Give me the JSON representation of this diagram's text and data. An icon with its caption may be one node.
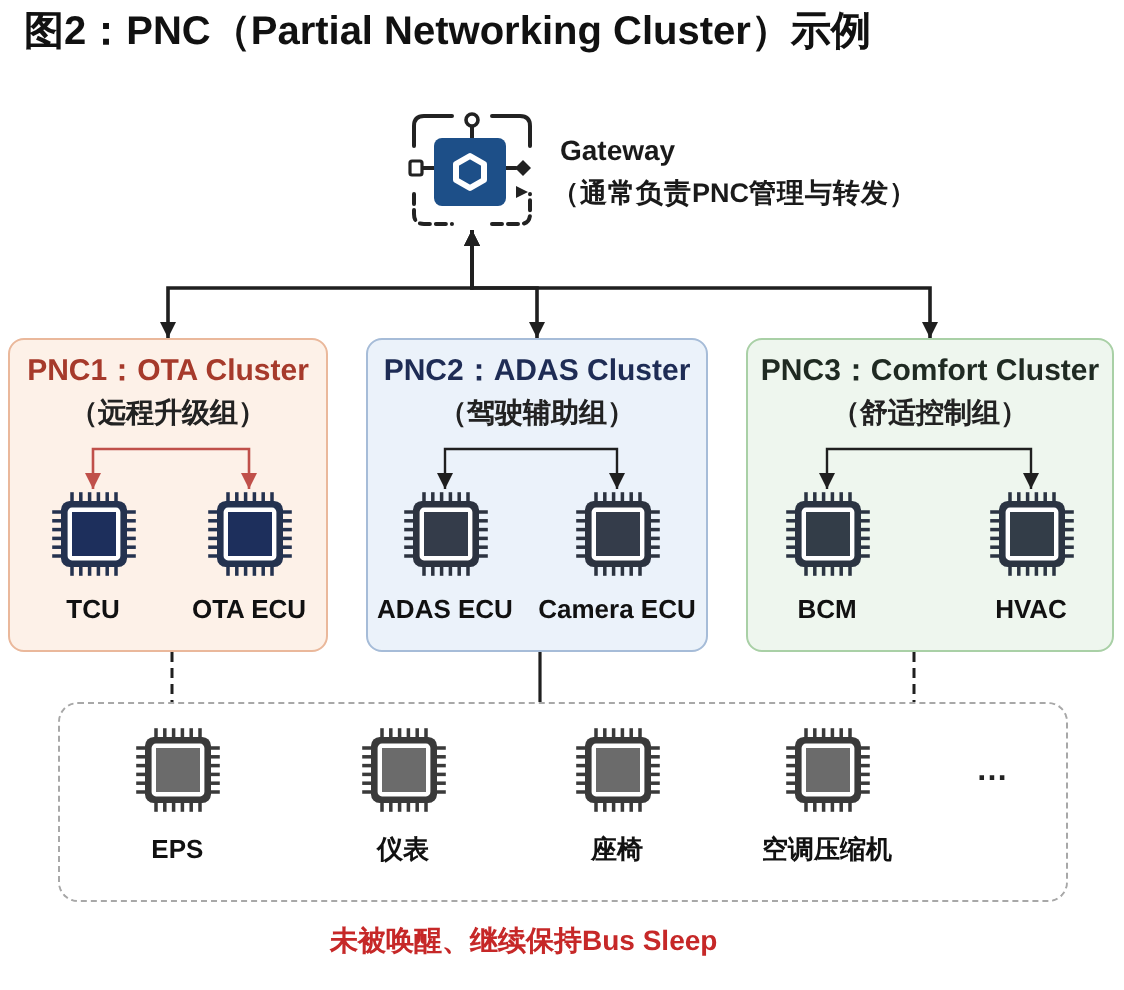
{
  "diagram": {
    "title": "图2：PNC（Partial Networking Cluster）示例",
    "nodes": [
      {
        "text": [
          "Gateway",
          "（通常负责PNC管理与转发）"
        ]
      },
      {
        "text": [
          "PNC1：OTA Cluster",
          "（远程升级组）"
        ]
      },
      {
        "text": [
          "TCU"
        ],
        "in": 1
      },
      {
        "text": [
          "OTA ECU"
        ],
        "in": 1
      },
      {
        "text": [
          "PNC2：ADAS Cluster",
          "（驾驶辅助组）"
        ]
      },
      {
        "text": [
          "ADAS ECU"
        ],
        "in": 4
      },
      {
        "text": [
          "Camera ECU"
        ],
        "in": 4
      },
      {
        "text": [
          "PNC3：Comfort Cluster",
          "（舒适控制组）"
        ]
      },
      {
        "text": [
          "BCM"
        ],
        "in": 7
      },
      {
        "text": [
          "HVAC"
        ],
        "in": 7
      },
      {
        "text": [],
        "shape": "box",
        "beside": [
          "未被唤醒、继续保持Bus Sleep"
        ]
      },
      {
        "text": [
          "EPS"
        ],
        "in": 10
      },
      {
        "text": [
          "仪表"
        ],
        "in": 10
      },
      {
        "text": [
          "座椅"
        ],
        "in": 10
      },
      {
        "text": [
          "空调压缩机"
        ],
        "in": 10
      }
    ],
    "edges": [
      {
        "from": 0,
        "to": 1,
        "arrow": "both"
      },
      {
        "from": 0,
        "to": 4,
        "arrow": "both"
      },
      {
        "from": 0,
        "to": 7,
        "arrow": "both"
      },
      {
        "from": 2,
        "to": 3,
        "arrow": "both",
        "color": "#c0504a"
      },
      {
        "from": 5,
        "to": 6,
        "arrow": "both"
      },
      {
        "from": 8,
        "to": 9,
        "arrow": "both"
      },
      {
        "from": 1,
        "to": 10,
        "arrow": "none",
        "style": "dashed"
      },
      {
        "from": 4,
        "to": 10,
        "arrow": "none"
      },
      {
        "from": 7,
        "to": 10,
        "arrow": "none",
        "style": "dashed"
      }
    ],
    "labels": [
      "…"
    ]
  }
}
